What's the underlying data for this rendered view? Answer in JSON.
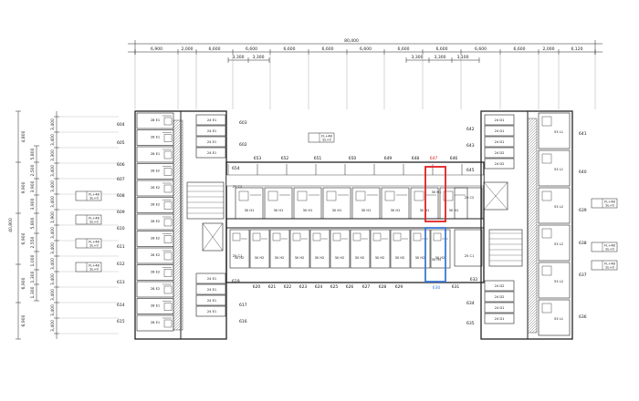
{
  "overall_width": "80,400",
  "overall_depth": "40,800",
  "top_dims": [
    "6,900",
    "2,000",
    "6,600",
    "6,600",
    "6,600",
    "6,600",
    "6,600",
    "6,600",
    "6,600",
    "6,600",
    "6,600",
    "2,000",
    "6,120"
  ],
  "top_sub_left": [
    "3,300",
    "3,300"
  ],
  "top_sub_right": [
    "3,300",
    "3,300",
    "3,100"
  ],
  "left_dims_outer": [
    "4,800",
    "9,900",
    "6,900",
    "6,900",
    "6,900"
  ],
  "left_dims_inner": [
    "3,400",
    "3,400",
    "3,300",
    "3,400",
    "3,400",
    "3,400",
    "1,900",
    "3,400",
    "3,400",
    "3,400",
    "3,400",
    "3,400",
    "3,400",
    "3,400"
  ],
  "left_dims_mid": [
    "5,800",
    "2,500",
    "3,900",
    "3,900",
    "5,800",
    "2,550",
    "1,000",
    "1,300",
    "1,300"
  ],
  "left_units": [
    "604",
    "605",
    "606",
    "607",
    "608",
    "609",
    "610",
    "611",
    "612",
    "613",
    "614",
    "615"
  ],
  "left_inner_units": [
    "603",
    "602",
    "617",
    "616"
  ],
  "left_corridor_unit": "654",
  "left_corridor_unit_low": "619",
  "top_units": [
    "653",
    "652",
    "651",
    "650",
    "649",
    "648"
  ],
  "highlight_top_unit": "647",
  "top_unit_right": "646",
  "bottom_units": [
    "620",
    "621",
    "622",
    "623",
    "624",
    "625",
    "626",
    "627",
    "628",
    "629"
  ],
  "highlight_bottom_unit": "630",
  "bottom_unit_right": "631",
  "bottom_unit_right_2": "632",
  "right_inner_units": [
    "642",
    "643",
    "645",
    "634",
    "635"
  ],
  "right_units": [
    "641",
    "640",
    "639",
    "638",
    "637",
    "636"
  ],
  "room_codes": {
    "left_wing": [
      "28 E1",
      "28 E1",
      "28 E1",
      "28 E2",
      "28 E2",
      "28 E2",
      "28 E2",
      "28 E2",
      "28 E2",
      "28 E2",
      "28 E2",
      "28 E1",
      "28 E1"
    ],
    "left_inner": [
      "24 E1",
      "24 E1",
      "24 E1",
      "24 E1",
      "24 E1",
      "24 E1",
      "24 E1",
      "24 E1"
    ],
    "north_row": [
      "30 H1",
      "30 H1",
      "30 H1",
      "30 H1",
      "30 H1",
      "30 H1",
      "30 H1",
      "30 H1"
    ],
    "south_row": [
      "30 H2",
      "30 H2",
      "30 H2",
      "30 H2",
      "30 H2",
      "30 H2",
      "30 H2",
      "30 H2",
      "30 H2",
      "30 H2",
      "30 H2"
    ],
    "right_inner": [
      "24 D1",
      "24 D1",
      "24 D1",
      "24 D2",
      "24 D2",
      "24 D2",
      "24 D2",
      "24 D1",
      "24 D1"
    ],
    "right_wing": [
      "53 L1",
      "53 L1",
      "53 L2",
      "53 L2",
      "53 L2",
      "53 L1"
    ],
    "corner": [
      "25 C1",
      "25 C1",
      "25 C2",
      "25 C2"
    ],
    "highlight_north": "30 H1",
    "highlight_south": "30 H5"
  },
  "tag_boxes": [
    "FL+48",
    "SL+0",
    "FL+48",
    "SL+0"
  ],
  "highlight_top_color": "#e02020",
  "highlight_bottom_color": "#3a78d8"
}
